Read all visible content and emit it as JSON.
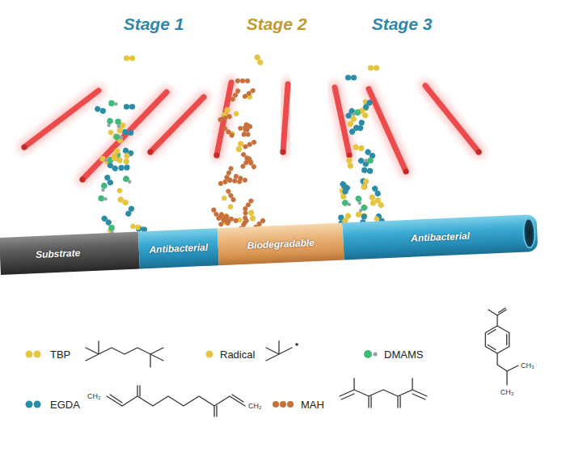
{
  "diagram": {
    "nodes": [
      {
        "text": [
          "Substrate"
        ]
      },
      {
        "text": [
          "Antibacterial"
        ]
      },
      {
        "text": [
          "Biodegradable"
        ]
      },
      {
        "text": [
          "Antibacterial"
        ]
      }
    ],
    "labels": [
      "Stage 1",
      "Stage 2",
      "Stage 3",
      "CH₂",
      "CH₂",
      "CH₃",
      "CH₃"
    ],
    "legend": [
      {
        "text": "TBP"
      },
      {
        "text": "Radical"
      },
      {
        "text": "DMAMS"
      },
      {
        "text": "EGDA"
      },
      {
        "text": "MAH"
      }
    ]
  }
}
